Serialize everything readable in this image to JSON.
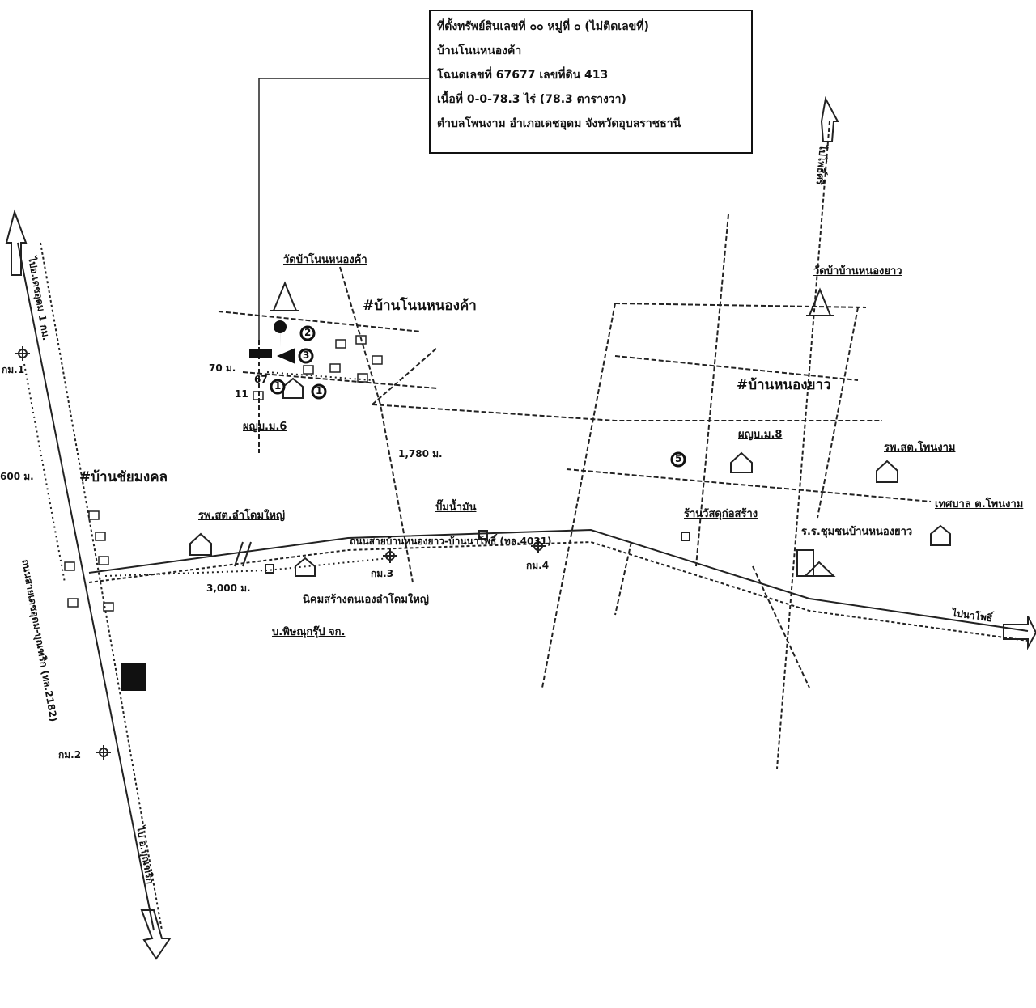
{
  "property_box": {
    "line1": "ที่ตั้งทรัพย์สินเลขที่  ๐๐  หมู่ที่ ๐ (ไม่ติดเลขที่)",
    "line2": "บ้านโนนหนองค้า",
    "line3": "โฉนดเลขที่ 67677   เลขที่ดิน 413",
    "line4": "เนื้อที่  0-0-78.3 ไร่  (78.3 ตารางวา)",
    "line5": "ตำบลโพนงาม  อำเภอเดชอุดม  จังหวัดอุบลราชธานี"
  },
  "villages": {
    "non_nong_kha": "#บ้านโนนหนองค้า",
    "nong_yao": "#บ้านหนองยาว",
    "chai_mongkhon": "#บ้านชัยมงคล"
  },
  "places": {
    "wat_non_nong_kha": "วัดบ้าโนนหนองค้า",
    "wat_nong_yao": "วัดบ้าบ้านหนองยาว",
    "school_1": "ผญบ.ม.6",
    "school_2": "ผญบ.ม.8",
    "hosp_lam_khom": "รพ.สต.ลำโดมใหญ่",
    "hosp_phon_ngam": "รพ.สต.โพนงาม",
    "gas_station": "ปั๊มน้ำมัน",
    "shop": "ร้านวัสดุก่อสร้าง",
    "municipality": "เทศบาล ต.โพนงาม",
    "school_nong_yao": "ร.ร.ชุมชนบ้านหนองยาว",
    "nikhom": "นิคมสร้างตนเองลำโดมใหญ่",
    "company": "บ.พิษณุกรุ๊ป จก."
  },
  "roads": {
    "highway": "ถนนสายเดชอุดม-บุณฑริก (ทล.2182)",
    "local_road": "ถนนสายบ้านหนองยาว-บ้านนาโพธิ์ (ทล.4031)",
    "to_north": "ไปอ.เดชอุดม 1 กม.",
    "to_south": "ไป อ.บุณฑริก",
    "to_ne": "ไปโพธิ์ศรี",
    "to_east": "ไปนาโพธิ์"
  },
  "distances": {
    "d70": "70 ม.",
    "d67": "67",
    "d11": "11",
    "d1780": "1,780 ม.",
    "d3000": "3,000 ม.",
    "d600": "600 ม."
  },
  "km_marks": {
    "k1": "กม.1",
    "k2": "กม.2",
    "k3": "กม.3",
    "k4": "กม.4"
  },
  "markers": [
    "1",
    "2",
    "3",
    "1",
    "5"
  ],
  "colors": {
    "ink": "#111111",
    "paper": "#ffffff"
  }
}
